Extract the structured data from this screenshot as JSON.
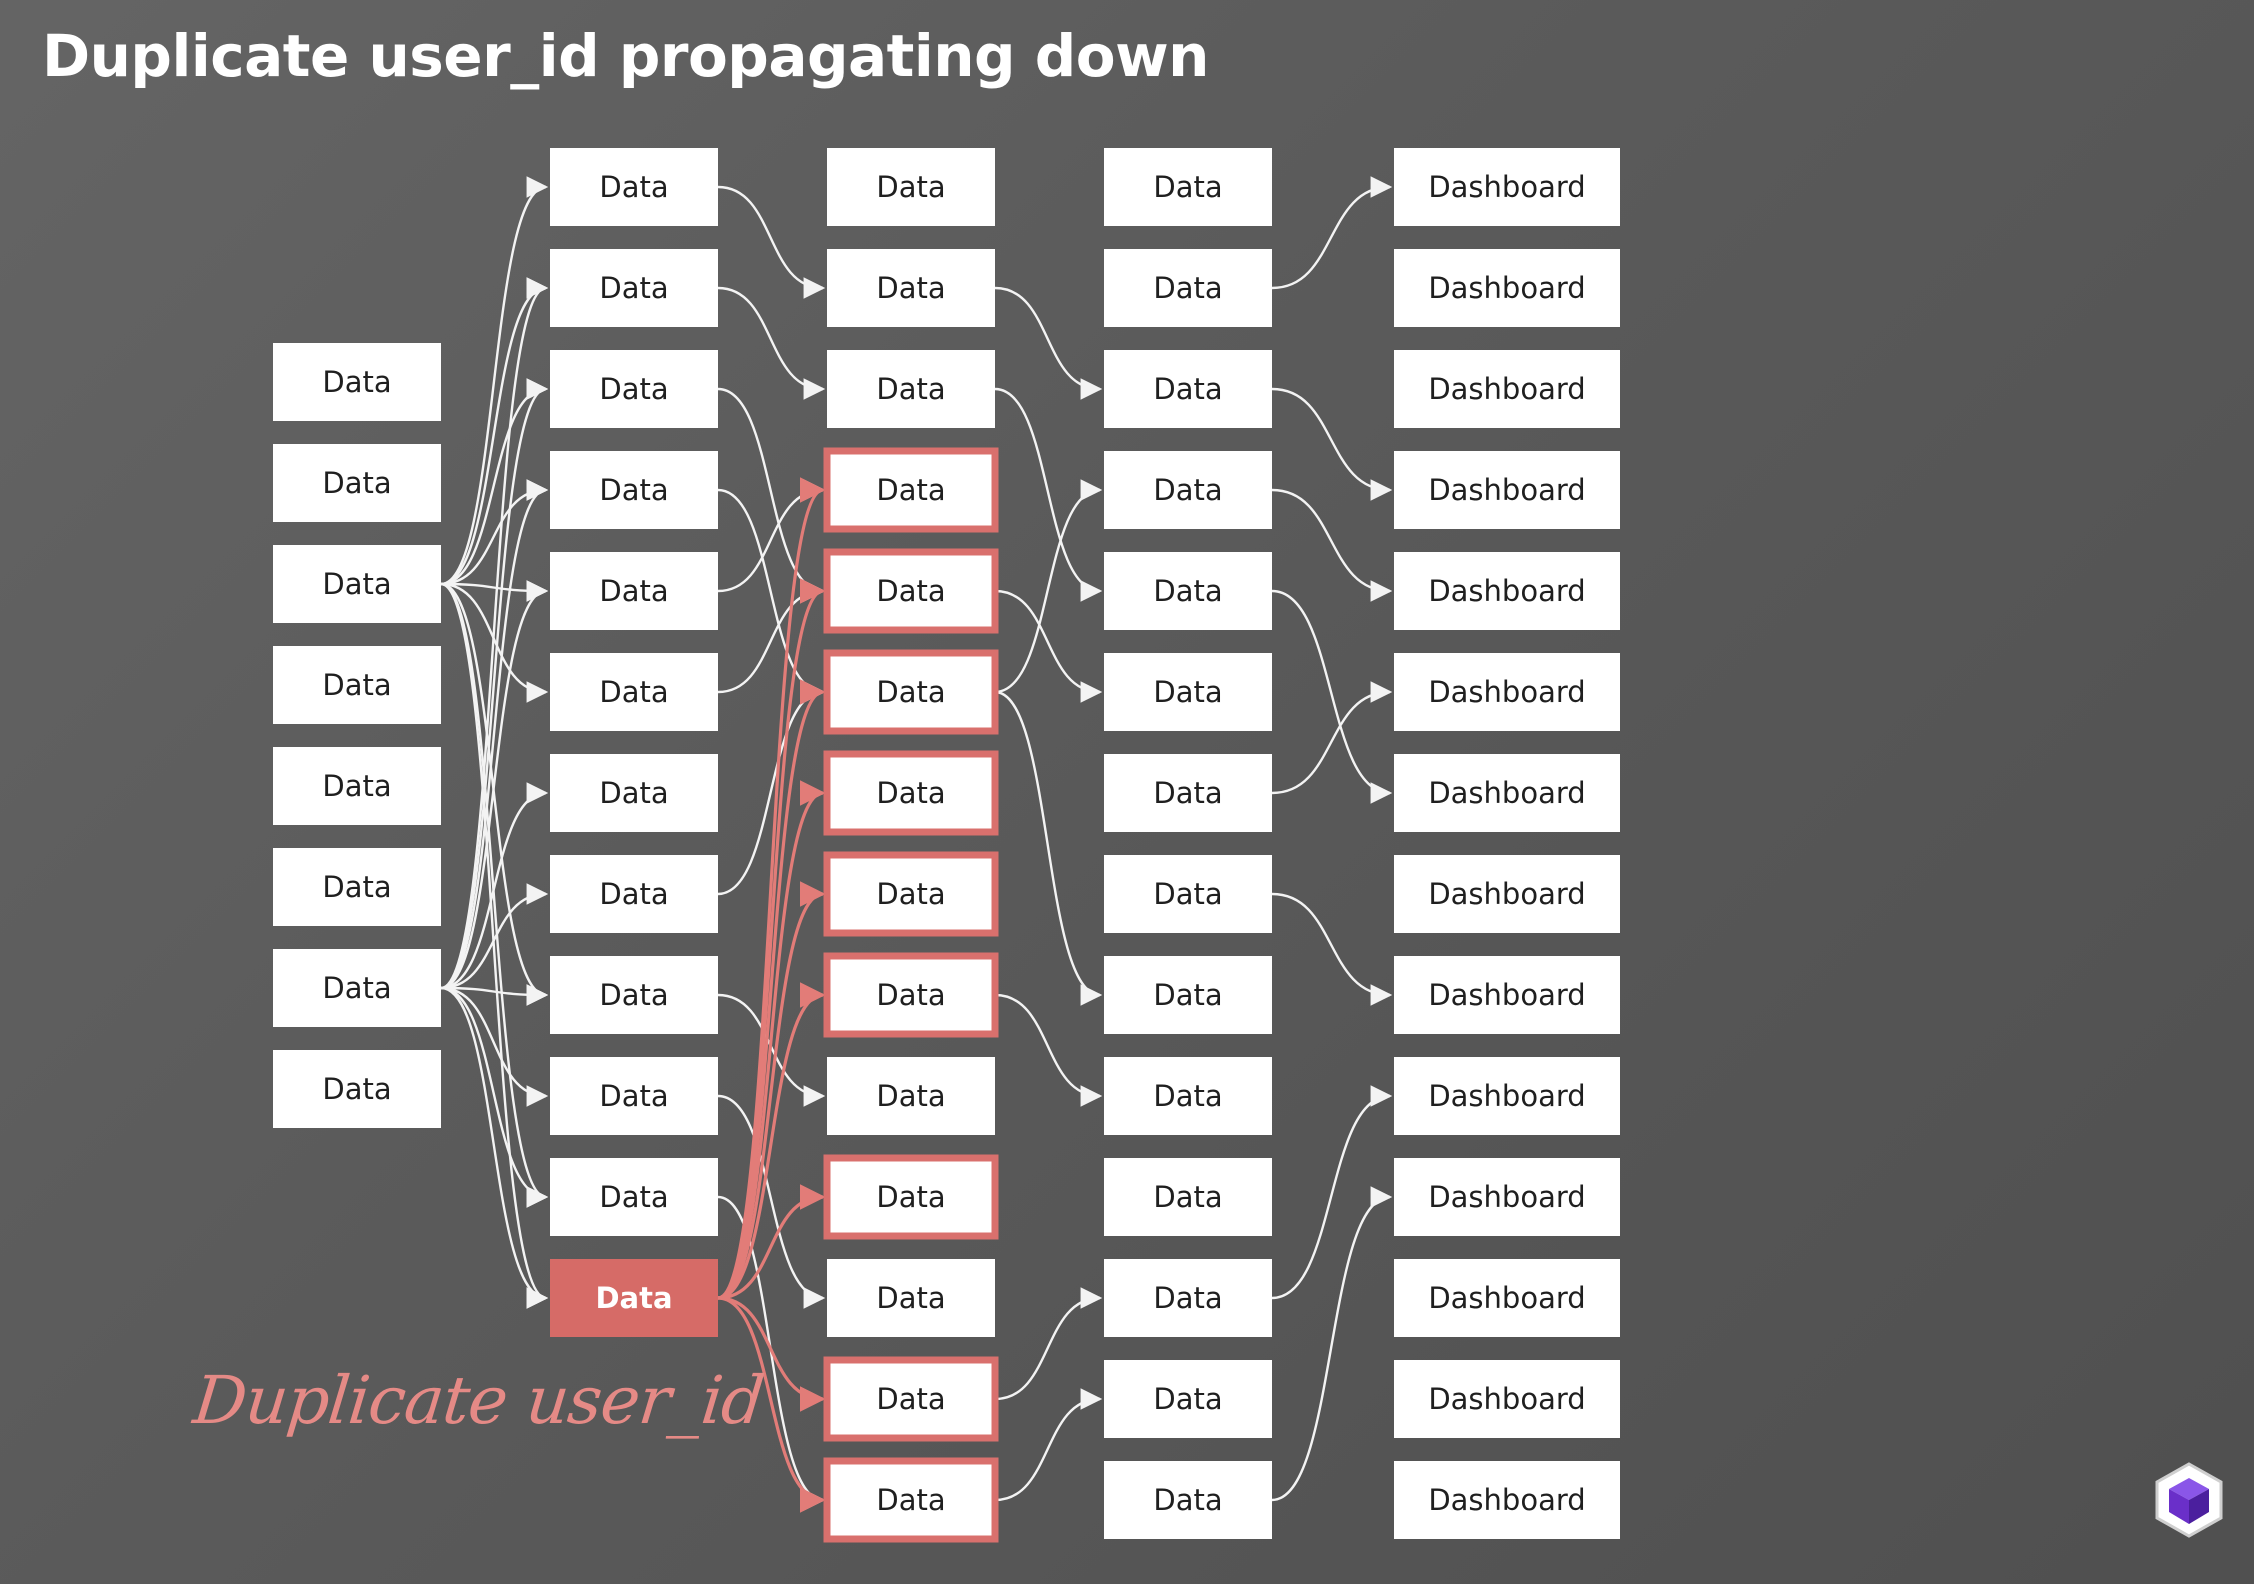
{
  "title": "Duplicate user_id propagating down",
  "annotation": "Duplicate user_id",
  "colors": {
    "background": "#5e5e5e",
    "node": "#ffffff",
    "highlight": "#d9706d",
    "edge": "#f3f3f3",
    "edge_highlight": "#e27c78"
  },
  "logo_icon": "purple-cube-icon",
  "columns": [
    {
      "name": "sources",
      "nodes": [
        {
          "label": "Data"
        },
        {
          "label": "Data"
        },
        {
          "label": "Data"
        },
        {
          "label": "Data"
        },
        {
          "label": "Data"
        },
        {
          "label": "Data"
        },
        {
          "label": "Data"
        },
        {
          "label": "Data"
        }
      ]
    },
    {
      "name": "layer-1",
      "nodes": [
        {
          "label": "Data"
        },
        {
          "label": "Data"
        },
        {
          "label": "Data"
        },
        {
          "label": "Data"
        },
        {
          "label": "Data"
        },
        {
          "label": "Data"
        },
        {
          "label": "Data"
        },
        {
          "label": "Data"
        },
        {
          "label": "Data"
        },
        {
          "label": "Data"
        },
        {
          "label": "Data"
        },
        {
          "label": "Data",
          "state": "source"
        }
      ]
    },
    {
      "name": "layer-2",
      "nodes": [
        {
          "label": "Data"
        },
        {
          "label": "Data"
        },
        {
          "label": "Data"
        },
        {
          "label": "Data",
          "state": "affected"
        },
        {
          "label": "Data",
          "state": "affected"
        },
        {
          "label": "Data",
          "state": "affected"
        },
        {
          "label": "Data",
          "state": "affected"
        },
        {
          "label": "Data",
          "state": "affected"
        },
        {
          "label": "Data",
          "state": "affected"
        },
        {
          "label": "Data"
        },
        {
          "label": "Data",
          "state": "affected"
        },
        {
          "label": "Data"
        },
        {
          "label": "Data",
          "state": "affected"
        },
        {
          "label": "Data",
          "state": "affected"
        }
      ]
    },
    {
      "name": "layer-3",
      "nodes": [
        {
          "label": "Data"
        },
        {
          "label": "Data"
        },
        {
          "label": "Data"
        },
        {
          "label": "Data"
        },
        {
          "label": "Data"
        },
        {
          "label": "Data"
        },
        {
          "label": "Data"
        },
        {
          "label": "Data"
        },
        {
          "label": "Data"
        },
        {
          "label": "Data"
        },
        {
          "label": "Data"
        },
        {
          "label": "Data"
        },
        {
          "label": "Data"
        },
        {
          "label": "Data"
        }
      ]
    },
    {
      "name": "dashboards",
      "nodes": [
        {
          "label": "Dashboard"
        },
        {
          "label": "Dashboard"
        },
        {
          "label": "Dashboard"
        },
        {
          "label": "Dashboard"
        },
        {
          "label": "Dashboard"
        },
        {
          "label": "Dashboard"
        },
        {
          "label": "Dashboard"
        },
        {
          "label": "Dashboard"
        },
        {
          "label": "Dashboard"
        },
        {
          "label": "Dashboard"
        },
        {
          "label": "Dashboard"
        },
        {
          "label": "Dashboard"
        },
        {
          "label": "Dashboard"
        },
        {
          "label": "Dashboard"
        }
      ]
    }
  ],
  "edges": [
    {
      "from": [
        0,
        2
      ],
      "to": [
        1,
        0
      ]
    },
    {
      "from": [
        0,
        2
      ],
      "to": [
        1,
        1
      ]
    },
    {
      "from": [
        0,
        2
      ],
      "to": [
        1,
        2
      ]
    },
    {
      "from": [
        0,
        2
      ],
      "to": [
        1,
        3
      ]
    },
    {
      "from": [
        0,
        2
      ],
      "to": [
        1,
        4
      ]
    },
    {
      "from": [
        0,
        2
      ],
      "to": [
        1,
        5
      ]
    },
    {
      "from": [
        0,
        2
      ],
      "to": [
        1,
        8
      ]
    },
    {
      "from": [
        0,
        2
      ],
      "to": [
        1,
        10
      ]
    },
    {
      "from": [
        0,
        2
      ],
      "to": [
        1,
        11
      ]
    },
    {
      "from": [
        0,
        6
      ],
      "to": [
        1,
        1
      ]
    },
    {
      "from": [
        0,
        6
      ],
      "to": [
        1,
        2
      ]
    },
    {
      "from": [
        0,
        6
      ],
      "to": [
        1,
        3
      ]
    },
    {
      "from": [
        0,
        6
      ],
      "to": [
        1,
        4
      ]
    },
    {
      "from": [
        0,
        6
      ],
      "to": [
        1,
        6
      ]
    },
    {
      "from": [
        0,
        6
      ],
      "to": [
        1,
        7
      ]
    },
    {
      "from": [
        0,
        6
      ],
      "to": [
        1,
        8
      ]
    },
    {
      "from": [
        0,
        6
      ],
      "to": [
        1,
        9
      ]
    },
    {
      "from": [
        0,
        6
      ],
      "to": [
        1,
        10
      ]
    },
    {
      "from": [
        0,
        6
      ],
      "to": [
        1,
        11
      ]
    },
    {
      "from": [
        1,
        0
      ],
      "to": [
        2,
        1
      ]
    },
    {
      "from": [
        1,
        1
      ],
      "to": [
        2,
        2
      ]
    },
    {
      "from": [
        1,
        2
      ],
      "to": [
        2,
        4
      ]
    },
    {
      "from": [
        1,
        3
      ],
      "to": [
        2,
        5
      ]
    },
    {
      "from": [
        1,
        4
      ],
      "to": [
        2,
        3
      ]
    },
    {
      "from": [
        1,
        5
      ],
      "to": [
        2,
        4
      ]
    },
    {
      "from": [
        1,
        7
      ],
      "to": [
        2,
        5
      ]
    },
    {
      "from": [
        1,
        8
      ],
      "to": [
        2,
        9
      ]
    },
    {
      "from": [
        1,
        9
      ],
      "to": [
        2,
        11
      ]
    },
    {
      "from": [
        1,
        10
      ],
      "to": [
        2,
        13
      ]
    },
    {
      "from": [
        1,
        11
      ],
      "to": [
        2,
        3
      ],
      "hl": true
    },
    {
      "from": [
        1,
        11
      ],
      "to": [
        2,
        4
      ],
      "hl": true
    },
    {
      "from": [
        1,
        11
      ],
      "to": [
        2,
        5
      ],
      "hl": true
    },
    {
      "from": [
        1,
        11
      ],
      "to": [
        2,
        6
      ],
      "hl": true
    },
    {
      "from": [
        1,
        11
      ],
      "to": [
        2,
        7
      ],
      "hl": true
    },
    {
      "from": [
        1,
        11
      ],
      "to": [
        2,
        8
      ],
      "hl": true
    },
    {
      "from": [
        1,
        11
      ],
      "to": [
        2,
        10
      ],
      "hl": true
    },
    {
      "from": [
        1,
        11
      ],
      "to": [
        2,
        12
      ],
      "hl": true
    },
    {
      "from": [
        1,
        11
      ],
      "to": [
        2,
        13
      ],
      "hl": true
    },
    {
      "from": [
        2,
        1
      ],
      "to": [
        3,
        2
      ]
    },
    {
      "from": [
        2,
        2
      ],
      "to": [
        3,
        4
      ]
    },
    {
      "from": [
        2,
        4
      ],
      "to": [
        3,
        5
      ]
    },
    {
      "from": [
        2,
        5
      ],
      "to": [
        3,
        3
      ]
    },
    {
      "from": [
        2,
        5
      ],
      "to": [
        3,
        8
      ]
    },
    {
      "from": [
        2,
        8
      ],
      "to": [
        3,
        9
      ]
    },
    {
      "from": [
        2,
        12
      ],
      "to": [
        3,
        11
      ]
    },
    {
      "from": [
        2,
        13
      ],
      "to": [
        3,
        12
      ]
    },
    {
      "from": [
        3,
        1
      ],
      "to": [
        4,
        0
      ]
    },
    {
      "from": [
        3,
        2
      ],
      "to": [
        4,
        3
      ]
    },
    {
      "from": [
        3,
        3
      ],
      "to": [
        4,
        4
      ]
    },
    {
      "from": [
        3,
        4
      ],
      "to": [
        4,
        6
      ]
    },
    {
      "from": [
        3,
        6
      ],
      "to": [
        4,
        5
      ]
    },
    {
      "from": [
        3,
        7
      ],
      "to": [
        4,
        8
      ]
    },
    {
      "from": [
        3,
        11
      ],
      "to": [
        4,
        9
      ]
    },
    {
      "from": [
        3,
        13
      ],
      "to": [
        4,
        10
      ]
    }
  ]
}
